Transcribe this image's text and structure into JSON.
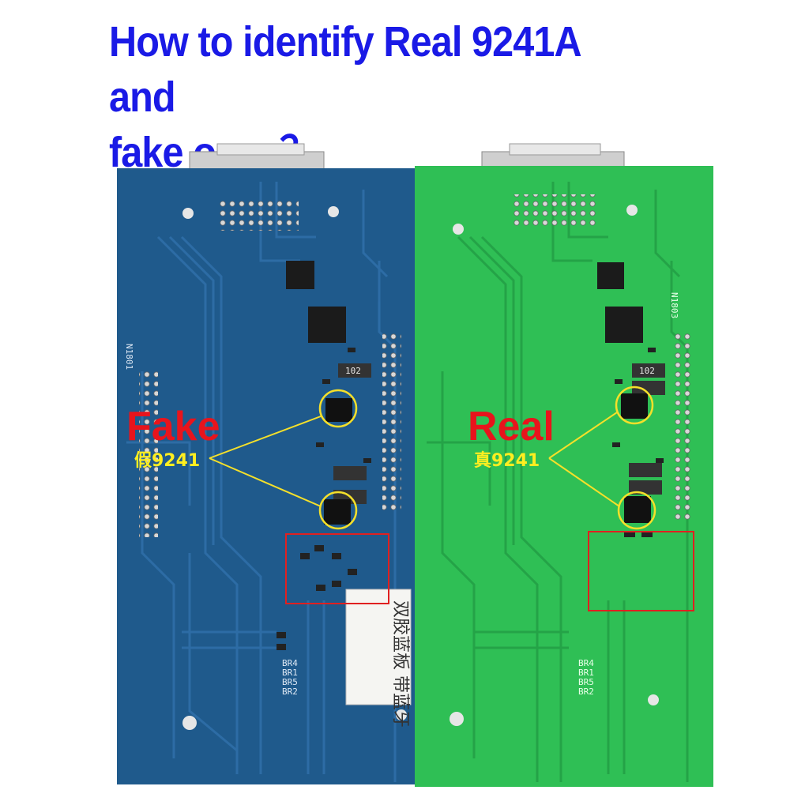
{
  "title": {
    "line1": "How to identify Real 9241A and",
    "line2": "fake ones？"
  },
  "fake_board": {
    "label": "Fake",
    "chip_label": "假9241",
    "board_id": "N1801",
    "resistor_code": "102",
    "sticker": "双胶蓝板 带蓝牙",
    "bottom_marks": [
      "BR4",
      "BR1",
      "BR5",
      "BR2"
    ],
    "color": "#1f5a8c"
  },
  "real_board": {
    "label": "Real",
    "chip_label": "真9241",
    "board_id": "N1803",
    "resistor_code": "102",
    "bottom_marks": [
      "BR4",
      "BR1",
      "BR5",
      "BR2"
    ],
    "color": "#2fbf55"
  },
  "colors": {
    "title": "#1a1ae6",
    "label_red": "#e8141c",
    "label_yellow": "#ffee20",
    "circle": "#f5e02a",
    "box": "#e02020"
  }
}
